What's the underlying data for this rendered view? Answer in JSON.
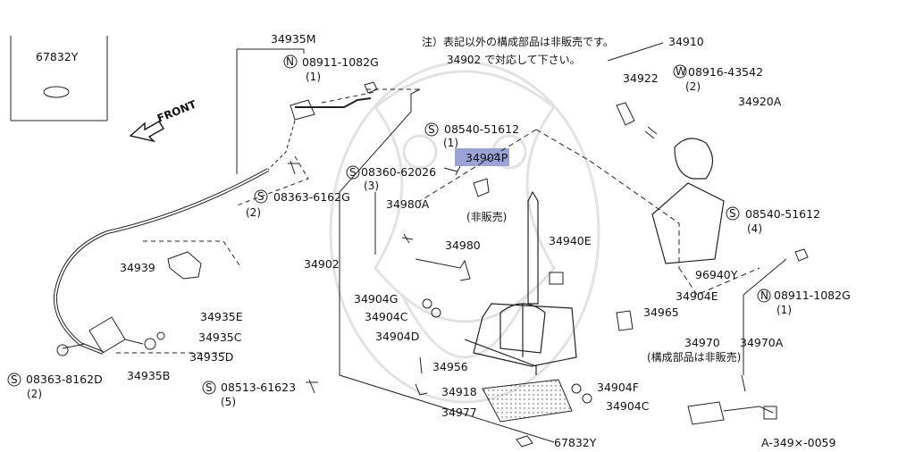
{
  "note": {
    "line1": "注）表記以外の構成部品は非販売です。",
    "line2": "34902 で対応して下さい。"
  },
  "front_label": "FRONT",
  "drawing_id": "A-349×-0059",
  "highlighted_part": "34904P",
  "highlight_color": "#9aa3d6",
  "not_sold_label": "(非販売)",
  "assembly_not_sold_label": "(構成部品は非販売)",
  "labels": {
    "p67832y_top": "67832Y",
    "p34935m": "34935M",
    "n08911_top": "08911-1082G",
    "n08911_top_qty": "(1)",
    "s08540_mid": "08540-51612",
    "s08540_mid_qty": "(1)",
    "s08360": "08360-62026",
    "s08360_qty": "(3)",
    "p34980a": "34980A",
    "p34980": "34980",
    "p34902": "34902",
    "s08363_mid": "08363-6162G",
    "s08363_mid_qty": "(2)",
    "p34939": "34939",
    "p34904g": "34904G",
    "p34904c_mid": "34904C",
    "p34904d": "34904D",
    "p34935e": "34935E",
    "p34935c": "34935C",
    "p34935d": "34935D",
    "p34935b": "34935B",
    "s08363_bot": "08363-8162D",
    "s08363_bot_qty": "(2)",
    "s08513": "08513-61623",
    "s08513_qty": "(5)",
    "p34956": "34956",
    "p34918": "34918",
    "p34977": "34977",
    "p34904f": "34904F",
    "p34904c_bot": "34904C",
    "p67832y_bot": "67832Y",
    "p34940e": "34940E",
    "p34910": "34910",
    "p34922": "34922",
    "w08916": "08916-43542",
    "w08916_qty": "(2)",
    "p34920a": "34920A",
    "s08540_right": "08540-51612",
    "s08540_right_qty": "(4)",
    "p96940y": "96940Y",
    "p34904e": "34904E",
    "n08911_right": "08911-1082G",
    "n08911_right_qty": "(1)",
    "p34965": "34965",
    "p34970": "34970",
    "p34970a": "34970A"
  },
  "prefix": {
    "n": "N",
    "s": "S",
    "w": "W"
  }
}
